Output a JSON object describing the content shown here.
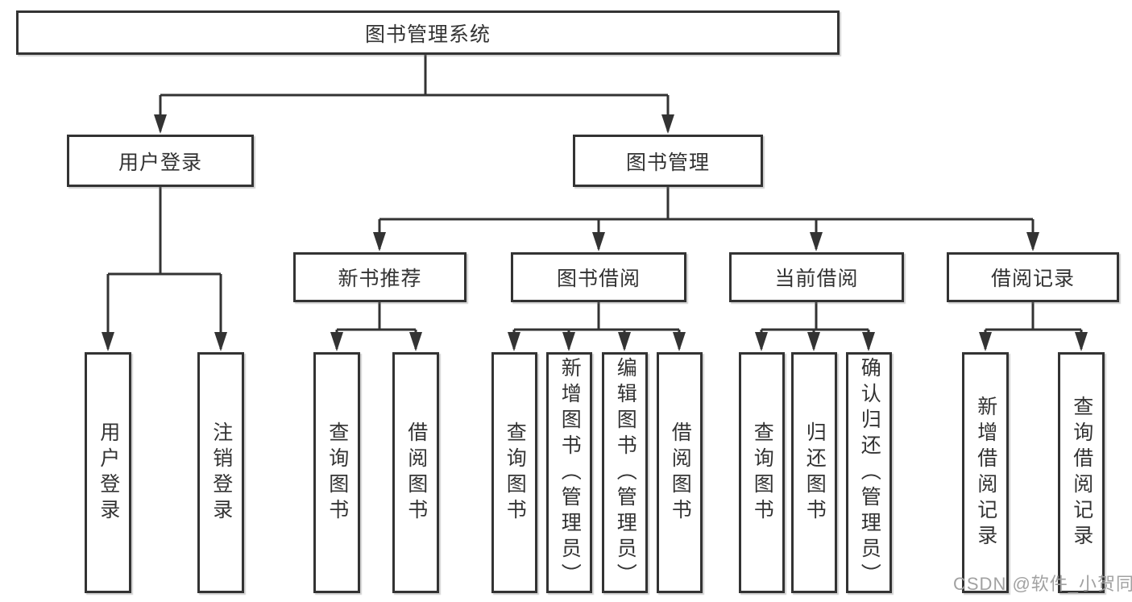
{
  "tree": {
    "root": {
      "label": "图书管理系统"
    },
    "branches": [
      {
        "label": "用户登录",
        "children": [
          {
            "label": "用户登录"
          },
          {
            "label": "注销登录"
          }
        ]
      },
      {
        "label": "图书管理",
        "children": [
          {
            "label": "新书推荐",
            "children": [
              {
                "label": "查询图书"
              },
              {
                "label": "借阅图书"
              }
            ]
          },
          {
            "label": "图书借阅",
            "children": [
              {
                "label": "查询图书"
              },
              {
                "label": "新增图书（管理员）"
              },
              {
                "label": "编辑图书（管理员）"
              },
              {
                "label": "借阅图书"
              }
            ]
          },
          {
            "label": "当前借阅",
            "children": [
              {
                "label": "查询图书"
              },
              {
                "label": "归还图书"
              },
              {
                "label": "确认归还（管理员）"
              }
            ]
          },
          {
            "label": "借阅记录",
            "children": [
              {
                "label": "新增借阅记录"
              },
              {
                "label": "查询借阅记录"
              }
            ]
          }
        ]
      }
    ]
  },
  "watermark": {
    "text": "CSDN @软件_小贺同学"
  },
  "colors": {
    "line": "#333333",
    "box_border": "#333333",
    "box_background": "#ffffff",
    "text": "#333333",
    "watermark": "#a1a1a1",
    "page_background": "#ffffff"
  }
}
